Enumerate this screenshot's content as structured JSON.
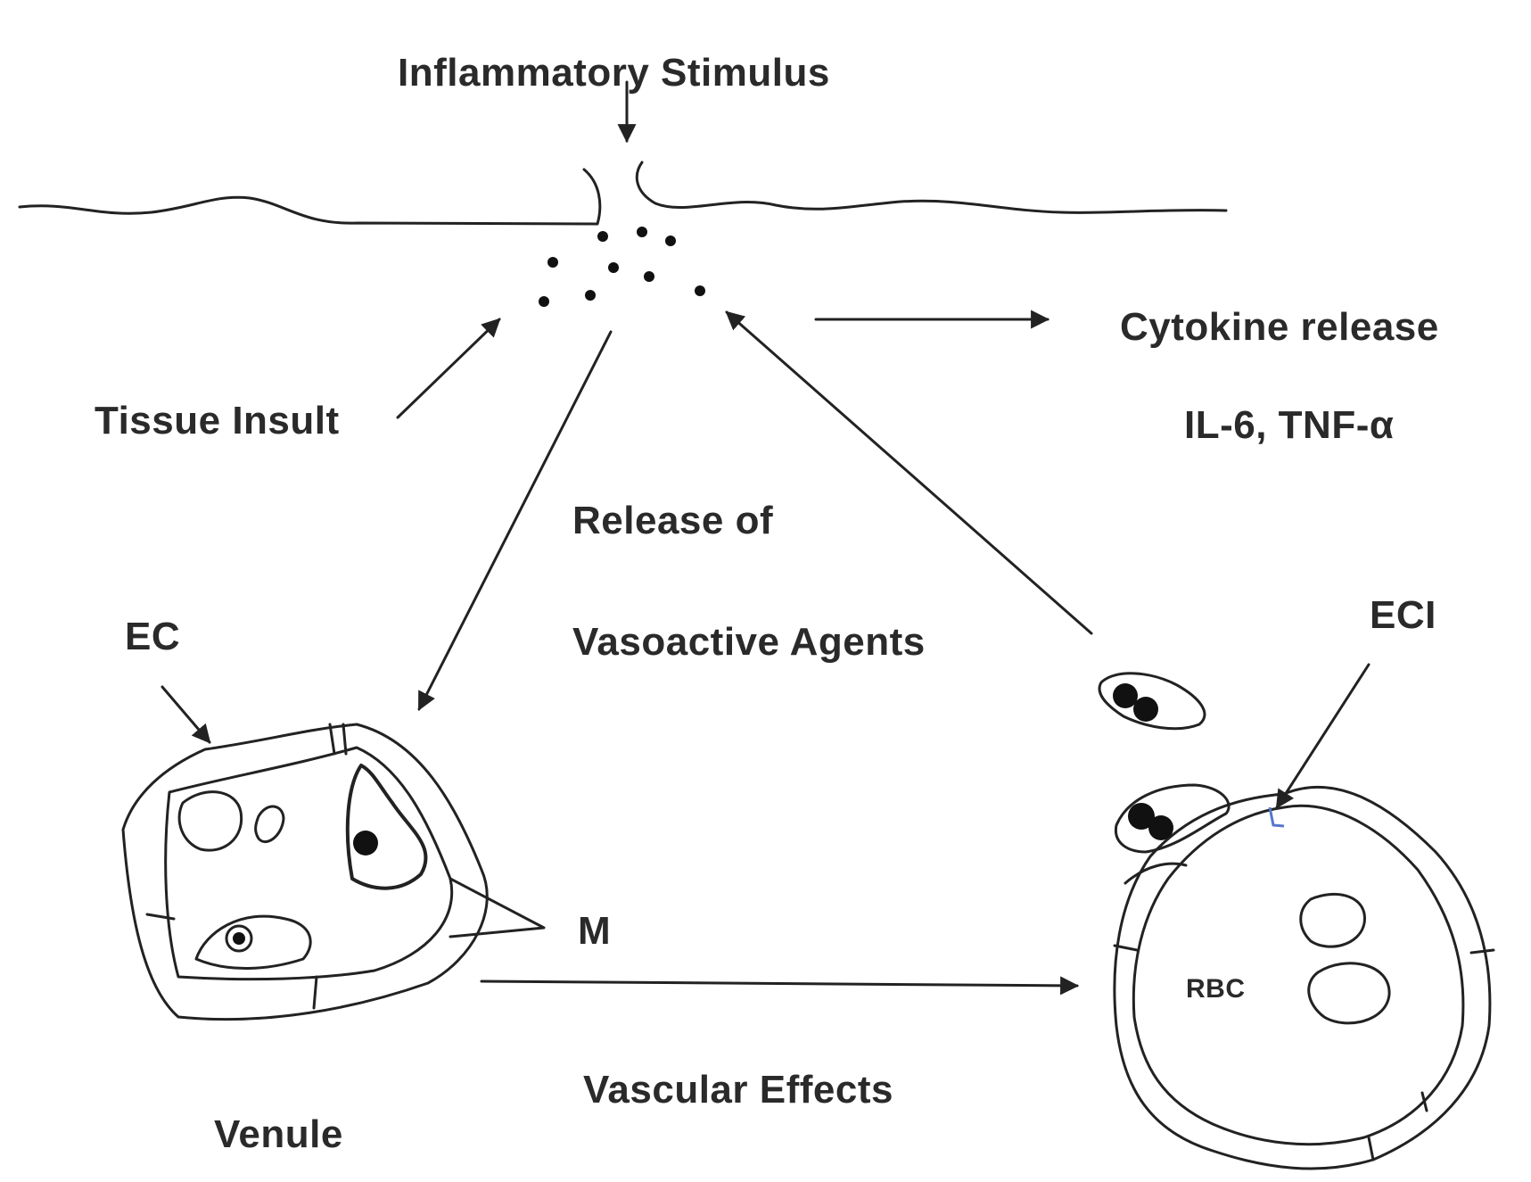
{
  "labels": {
    "inflammatory_stimulus": "Inflammatory Stimulus",
    "tissue_insult": "Tissue Insult",
    "cytokine_release": "Cytokine release",
    "cytokines": "IL-6, TNF-α",
    "release_of": "Release of",
    "vasoactive_agents": "Vasoactive Agents",
    "ec": "EC",
    "eci": "ECI",
    "m": "M",
    "rbc": "RBC",
    "vascular_effects": "Vascular Effects",
    "venule": "Venule"
  },
  "colors": {
    "line": "#222222",
    "text": "#2a2a2a",
    "eci_marker": "#5577cc"
  }
}
